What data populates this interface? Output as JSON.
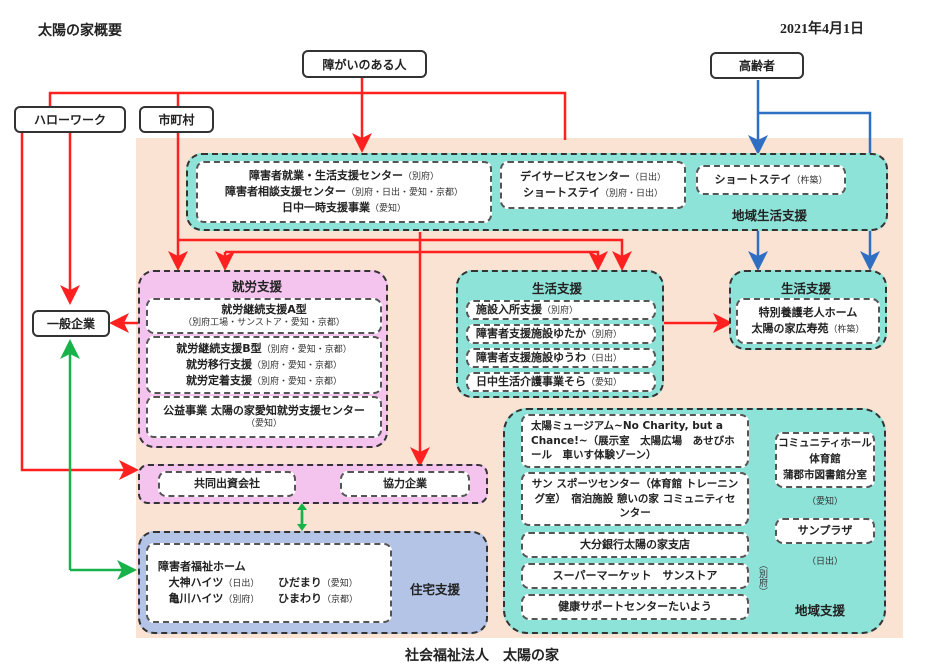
{
  "header": {
    "title": "太陽の家概要",
    "date": "2021年4月1日"
  },
  "footer": {
    "organization": "社会福祉法人　太陽の家"
  },
  "colors": {
    "red_arrow": "#ff2020",
    "blue_arrow": "#2e6fc4",
    "green_arrow": "#17b34a",
    "background": "#fbe3d4",
    "teal": "#8ee3d8",
    "pink": "#f4c3ee",
    "blue_group": "#b3c4e6"
  },
  "sources": {
    "disabled": "障がいのある人",
    "elderly": "高齢者",
    "hellowork": "ハローワーク",
    "municipality": "市町村",
    "general_company": "一般企業"
  },
  "top_group": {
    "label": "地域生活支援",
    "left_box": [
      {
        "name": "障害者就業・生活支援センター",
        "note": "（別府）"
      },
      {
        "name": "障害者相談支援センター",
        "note": "（別府・日出・愛知・京都）"
      },
      {
        "name": "日中一時支援事業",
        "note": "（愛知）"
      }
    ],
    "middle_box": [
      {
        "name": "デイサービスセンター",
        "note": "（日出）"
      },
      {
        "name": "ショートステイ",
        "note": "（別府・日出）"
      }
    ],
    "right_box": {
      "name": "ショートステイ",
      "note": "（杵築）"
    }
  },
  "employment_support": {
    "label": "就労支援",
    "box_a": {
      "name": "就労継続支援A型",
      "note": "（別府工場・サンストア・愛知・京都）"
    },
    "box_b": [
      {
        "name": "就労継続支援B型",
        "note": "（別府・愛知・京都）"
      },
      {
        "name": "就労移行支援",
        "note": "（別府・愛知・京都）"
      },
      {
        "name": "就労定着支援",
        "note": "（別府・愛知・京都）"
      }
    ],
    "box_c": {
      "name": "公益事業 太陽の家愛知就労支援センター",
      "note": "（愛知）"
    }
  },
  "life_support": {
    "label": "生活支援",
    "items": [
      {
        "name": "施設入所支援",
        "note": "（別府）"
      },
      {
        "name": "障害者支援施設ゆたか",
        "note": "（別府）"
      },
      {
        "name": "障害者支援施設ゆうわ",
        "note": "（日出）"
      },
      {
        "name": "日中生活介護事業そら",
        "note": "（愛知）"
      }
    ]
  },
  "elderly_life_support": {
    "label": "生活支援",
    "items": [
      {
        "name": "特別養護老人ホーム",
        "note": ""
      },
      {
        "name": "太陽の家広寿苑",
        "note": "（杵築）"
      }
    ]
  },
  "partners": {
    "items": [
      "共同出資会社",
      "協力企業"
    ]
  },
  "housing_support": {
    "label": "住宅支援",
    "title": "障害者福祉ホーム",
    "homes": [
      {
        "name": "大神ハイツ",
        "note": "（日出）"
      },
      {
        "name": "ひだまり",
        "note": "（愛知）"
      },
      {
        "name": "亀川ハイツ",
        "note": "（別府）"
      },
      {
        "name": "ひまわり",
        "note": "（京都）"
      }
    ]
  },
  "community_support": {
    "label": "地域支援",
    "beppu_note": "（別府）",
    "left_items": [
      "太陽ミュージアム~No Charity, but a Chance!~（展示室　太陽広場　あせびホール　車いす体験ゾーン）",
      "サン スポーツセンター（体育館 トレーニング室）　宿泊施設 憩いの家 コミュニティセンター",
      "大分銀行太陽の家支店",
      "スーパーマーケット　サンストア",
      "健康サポートセンターたいよう"
    ],
    "aichi_box": [
      "コミュニティホール",
      "体育館",
      "蒲郡市図書館分室"
    ],
    "aichi_note": "（愛知）",
    "hiji_box": "サンプラザ",
    "hiji_note": "（日出）"
  }
}
